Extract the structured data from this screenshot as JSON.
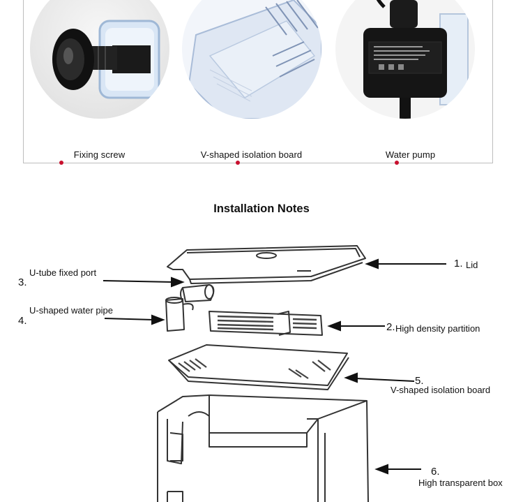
{
  "features": [
    {
      "caption": "Fixing screw",
      "icon": "fixing-screw-photo"
    },
    {
      "caption": "V-shaped isolation board",
      "icon": "isolation-board-photo"
    },
    {
      "caption": "Water pump",
      "icon": "water-pump-photo"
    }
  ],
  "section_title": "Installation Notes",
  "parts": {
    "lid": {
      "num": "1.",
      "label": "Lid"
    },
    "partition": {
      "num": "2.",
      "label": "High density partition"
    },
    "port": {
      "num": "3.",
      "label": "U-tube fixed port"
    },
    "pipe": {
      "num": "4.",
      "label": "U-shaped water pipe"
    },
    "board": {
      "num": "5.",
      "label": "V-shaped isolation board"
    },
    "box": {
      "num": "6.",
      "label": "High transparent box"
    }
  },
  "colors": {
    "accent_dot": "#c8102e",
    "card_border": "#bdbdbd",
    "line_art": "#333333"
  }
}
